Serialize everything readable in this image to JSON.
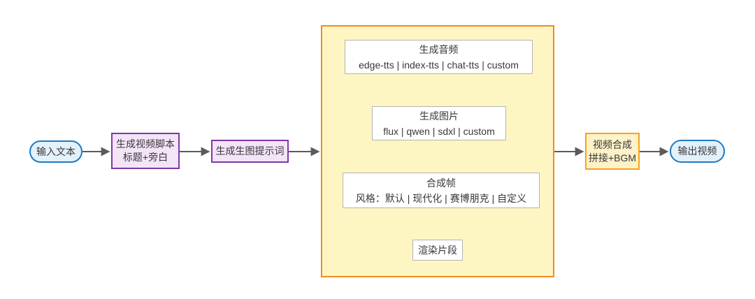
{
  "diagram": {
    "title": "text-to-video pipeline flowchart",
    "nodes": {
      "input": {
        "label": "输入文本"
      },
      "script": {
        "line1": "生成视频脚本",
        "line2": "标题+旁白"
      },
      "prompt": {
        "label": "生成生图提示词"
      },
      "audio": {
        "title": "生成音频",
        "options": "edge-tts | index-tts | chat-tts | custom"
      },
      "image": {
        "title": "生成图片",
        "options": "flux | qwen | sdxl | custom"
      },
      "frame": {
        "title": "合成帧",
        "options": "风格：默认 | 现代化 | 赛博朋克 | 自定义"
      },
      "render": {
        "label": "渲染片段"
      },
      "compose": {
        "line1": "视频合成",
        "line2": "拼接+BGM"
      },
      "output": {
        "label": "输出视频"
      }
    }
  },
  "colors": {
    "canvas_bg": "#ffffff",
    "blue_fill": "#e3f1fb",
    "blue_border": "#1e7ac2",
    "purple_fill": "#f3e4f8",
    "purple_border": "#7e3aa4",
    "group_fill": "#fdf6c3",
    "group_border": "#f08c1e",
    "orange_fill": "#fdf2c8",
    "orange_border": "#f9a11b",
    "box_fill": "#ffffff",
    "box_border": "#b3b3b3",
    "arrow": "#5b5b5b",
    "text": "#383838"
  }
}
